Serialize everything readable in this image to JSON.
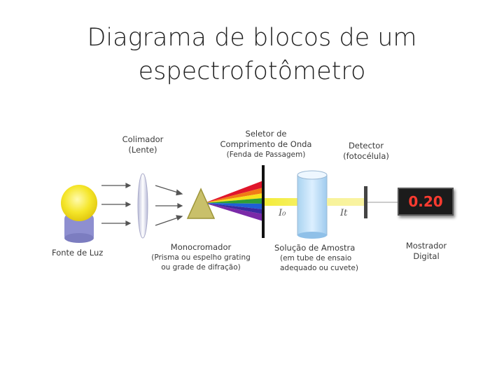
{
  "title": {
    "line1": "Diagrama de blocos de um",
    "line2": "espectrofotômetro"
  },
  "labels": {
    "colimador": "Colimador",
    "lente": "(Lente)",
    "seletor1": "Seletor de",
    "seletor2": "Comprimento de Onda",
    "seletor3": "(Fenda de Passagem)",
    "detector1": "Detector",
    "detector2": "(fotocélula)",
    "fonte": "Fonte de Luz",
    "mono1": "Monocromador",
    "mono2": "(Prisma ou espelho grating",
    "mono3": "ou grade de difração)",
    "solucao1": "Solução de Amostra",
    "solucao2": "(em tube de ensaio",
    "solucao3": "adequado ou cuvete)",
    "mostrador1": "Mostrador",
    "mostrador2": "Digital",
    "i0": "I₀",
    "it": "It"
  },
  "display": {
    "value": "0.20"
  },
  "colors": {
    "bulb": "#f5e62a",
    "bulb_base": "#8e8fd0",
    "prism": "#c9c06a",
    "display_text": "#ff3b30"
  }
}
